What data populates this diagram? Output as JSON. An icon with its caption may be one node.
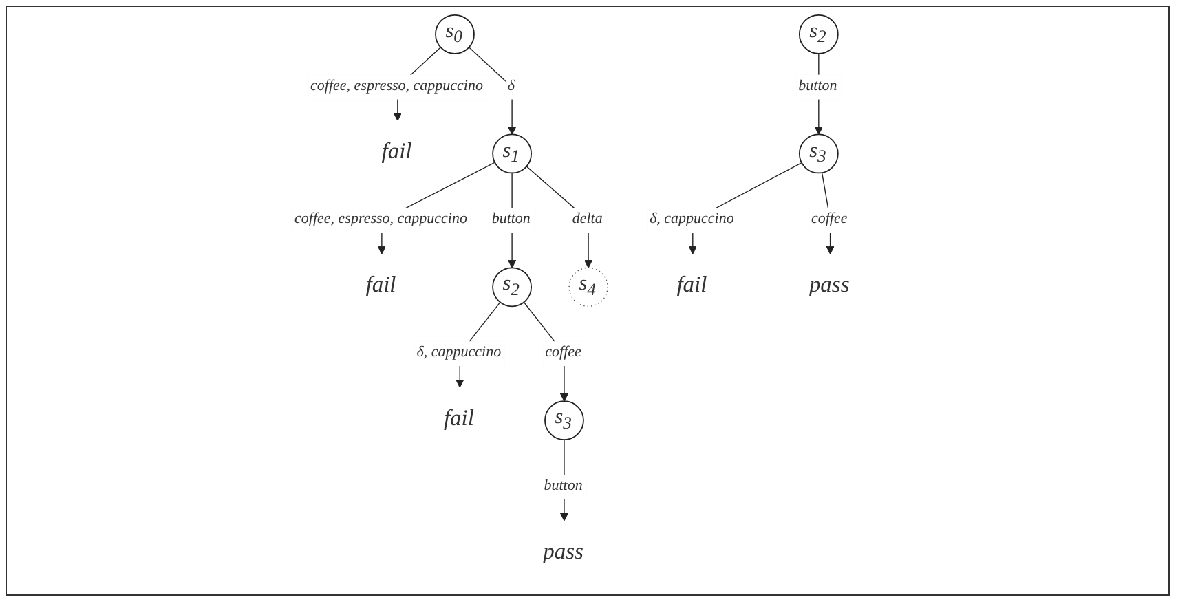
{
  "diagram": {
    "nodes": [
      {
        "text": [
          "s$_{0}$"
        ]
      },
      {
        "text": [
          "fail"
        ]
      },
      {
        "text": [
          "s$_{1}$"
        ]
      },
      {
        "text": [
          "fail"
        ]
      },
      {
        "text": [
          "s$_{2}$"
        ]
      },
      {
        "text": [
          "s$_{4}$"
        ]
      },
      {
        "text": [
          "fail"
        ]
      },
      {
        "text": [
          "s$_{3}$"
        ]
      },
      {
        "text": [
          "pass"
        ]
      },
      {
        "text": [
          "s$_{2}$"
        ]
      },
      {
        "text": [
          "s$_{3}$"
        ]
      },
      {
        "text": [
          "fail"
        ]
      },
      {
        "text": [
          "pass"
        ]
      }
    ],
    "edges": [
      {
        "from": 0,
        "to": 1,
        "arrow": "to",
        "label": "coffee, espresso, cappuccino"
      },
      {
        "from": 0,
        "to": 2,
        "arrow": "to",
        "label": "δ"
      },
      {
        "from": 2,
        "to": 3,
        "arrow": "to",
        "label": "coffee, espresso, cappuccino"
      },
      {
        "from": 2,
        "to": 4,
        "arrow": "to",
        "label": "button"
      },
      {
        "from": 2,
        "to": 5,
        "arrow": "to",
        "label": "delta"
      },
      {
        "from": 4,
        "to": 6,
        "arrow": "to",
        "label": "δ, cappuccino"
      },
      {
        "from": 4,
        "to": 7,
        "arrow": "to",
        "label": "coffee"
      },
      {
        "from": 7,
        "to": 8,
        "arrow": "to",
        "label": "button"
      },
      {
        "from": 9,
        "to": 10,
        "arrow": "to",
        "label": "button"
      },
      {
        "from": 10,
        "to": 11,
        "arrow": "to",
        "label": "δ, cappuccino"
      },
      {
        "from": 10,
        "to": 12,
        "arrow": "to",
        "label": "coffee"
      }
    ]
  }
}
